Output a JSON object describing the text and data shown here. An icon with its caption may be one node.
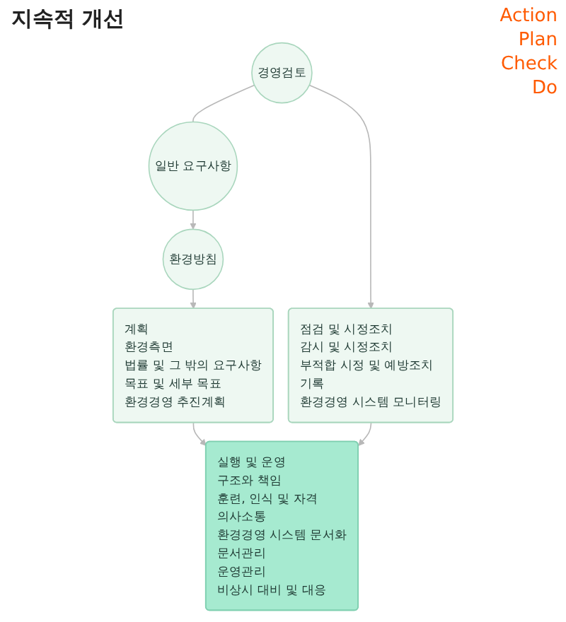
{
  "diagram": {
    "title": "지속적 개선",
    "nodes": [
      {
        "text": [
          "일반 요구사항"
        ]
      },
      {
        "text": [
          "경영검토"
        ]
      },
      {
        "text": [
          "환경방침"
        ]
      },
      {
        "text": [
          "계획",
          "환경측면",
          "법률 및 그 밖의 요구사항",
          "목표 및 세부 목표",
          "환경경영 추진계획"
        ]
      },
      {
        "text": [
          "점검 및 시정조치",
          "감시 및 시정조치",
          "부적합 시정 및 예방조치",
          "기록",
          "환경경영 시스템 모니터링"
        ]
      },
      {
        "text": [
          "실행 및 운영",
          "구조와 책임",
          "훈련, 인식 및 자격",
          "의사소통",
          "환경경영 시스템 문서화",
          "문서관리",
          "운영관리",
          "비상시 대비 및 대응"
        ]
      }
    ],
    "edges": [
      {
        "from": 0,
        "to": 2,
        "arrow": "to"
      },
      {
        "from": 2,
        "to": 3,
        "arrow": "to"
      },
      {
        "from": 3,
        "to": 5,
        "arrow": "to"
      },
      {
        "from": 1,
        "to": 4,
        "arrow": "to"
      },
      {
        "from": 4,
        "to": 5,
        "arrow": "to"
      },
      {
        "from": 1,
        "to": 0,
        "arrow": "none"
      }
    ],
    "labels": [
      "Action",
      "Plan",
      "Check",
      "Do"
    ]
  }
}
